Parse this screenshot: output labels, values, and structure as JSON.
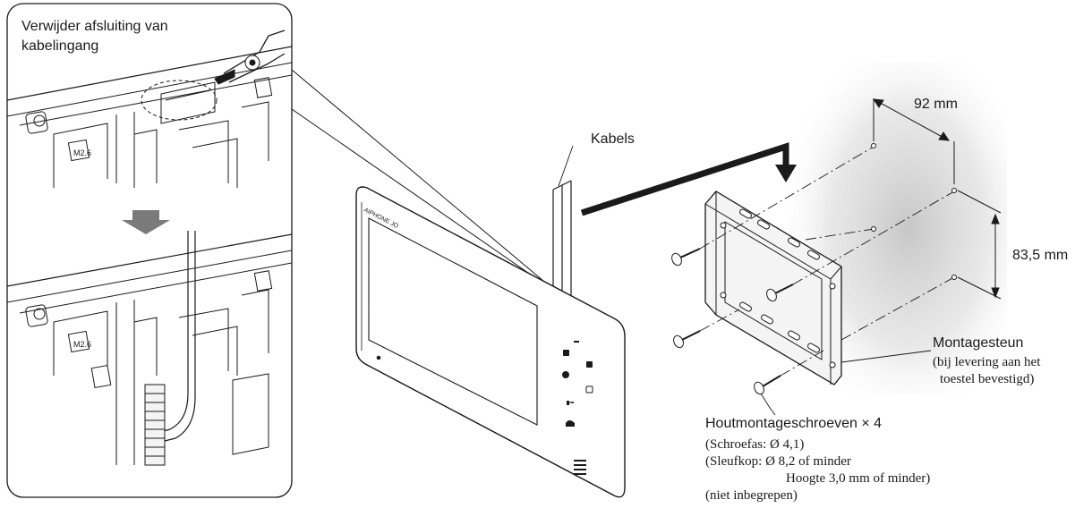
{
  "callout": {
    "line1": "Verwijder afsluiting van",
    "line2": "kabelingang"
  },
  "labels": {
    "cables": "Kabels",
    "width": "92 mm",
    "height": "83,5 mm",
    "bracket": "Montagesteun",
    "bracket_note_1": "(bij levering aan het",
    "bracket_note_2": "toestel bevestigd)",
    "screws": "Houtmontageschroeven × 4",
    "screws_spec_1": "(Schroefas: Ø 4,1)",
    "screws_spec_2": "(Sleufkop: Ø 8,2 of minder",
    "screws_spec_3": "Hoogte 3,0 mm of minder)",
    "screws_spec_4": "(niet inbegrepen)"
  },
  "panel_marks": {
    "m_top": "M2.6",
    "m_bottom": "M2.6"
  },
  "device": {
    "brand": "AIPHONE JO"
  },
  "colors": {
    "line": "#1a1a1a",
    "wall_shadow": "#bdbdbd",
    "arrow_fill": "#7a7a7a",
    "panel_fill": "#f4f4f4"
  }
}
